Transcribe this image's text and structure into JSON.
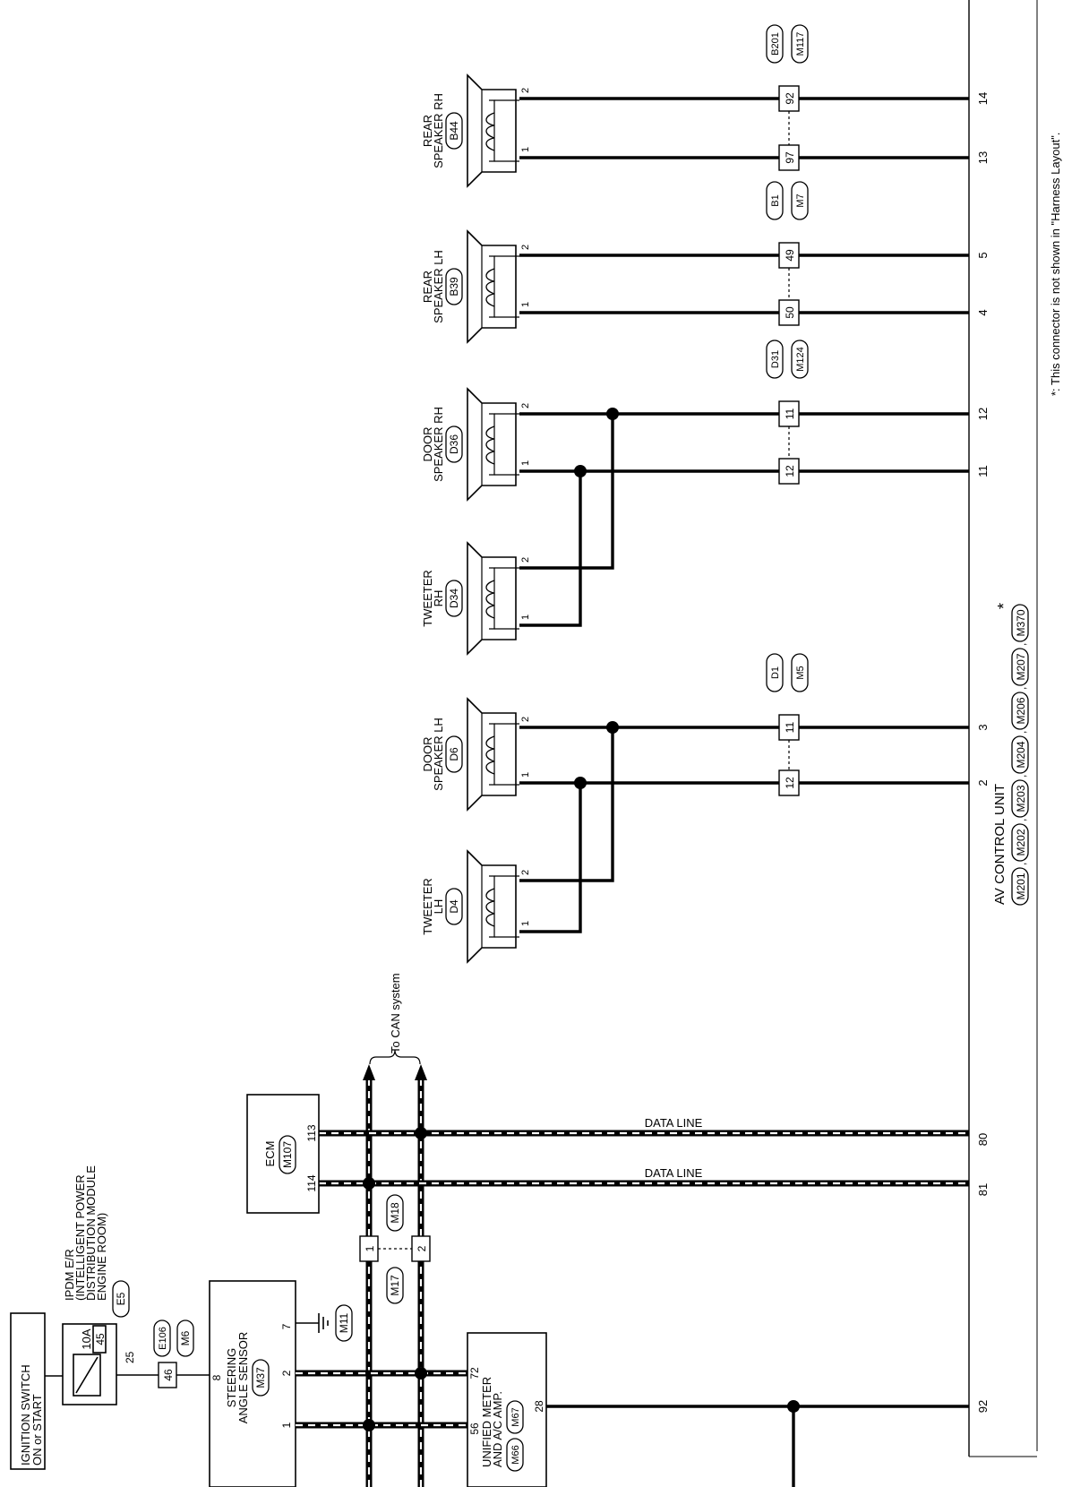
{
  "ignition_switch": {
    "line1": "IGNITION SWITCH",
    "line2": "ON or START"
  },
  "ipdm": {
    "line1": "IPDM E/R",
    "line2": "(INTELLIGENT POWER",
    "line3": "DISTRIBUTION MODULE",
    "line4": "ENGINE ROOM)",
    "connector": "E5",
    "fuse_rating": "10A",
    "fuse_number": "45",
    "pin": "25"
  },
  "junction_e106": {
    "pin": "46",
    "conn_a": "E106",
    "conn_b": "M6"
  },
  "steering_sensor": {
    "line1": "STEERING",
    "line2": "ANGLE SENSOR",
    "connector": "M37",
    "pin_power": "8",
    "pin_ground": "7",
    "pin_a": "2",
    "pin_b": "1",
    "ground_conn": "M11"
  },
  "unified_meter": {
    "line1": "UNIFIED METER",
    "line2": "AND A/C AMP.",
    "conn_a": "M66",
    "conn_b": "M67",
    "pin_a": "56",
    "pin_b": "72",
    "pin_c": "28"
  },
  "junction_m17": {
    "pin_a": "1",
    "pin_b": "2",
    "conn_a": "M17",
    "conn_b": "M18"
  },
  "ecm": {
    "label": "ECM",
    "connector": "M107",
    "pin_a": "114",
    "pin_b": "113"
  },
  "can": {
    "label": "To CAN system"
  },
  "data_line": {
    "label_a": "DATA LINE",
    "label_b": "DATA LINE"
  },
  "speakers": [
    {
      "l1": "TWEETER",
      "l2": "LH",
      "conn": "D4",
      "p1": "1",
      "p2": "2"
    },
    {
      "l1": "DOOR",
      "l2": "SPEAKER LH",
      "conn": "D6",
      "p1": "1",
      "p2": "2"
    },
    {
      "l1": "TWEETER",
      "l2": "RH",
      "conn": "D34",
      "p1": "1",
      "p2": "2"
    },
    {
      "l1": "DOOR",
      "l2": "SPEAKER RH",
      "conn": "D36",
      "p1": "1",
      "p2": "2"
    },
    {
      "l1": "REAR",
      "l2": "SPEAKER LH",
      "conn": "B39",
      "p1": "1",
      "p2": "2"
    },
    {
      "l1": "REAR",
      "l2": "SPEAKER RH",
      "conn": "B44",
      "p1": "1",
      "p2": "2"
    }
  ],
  "junctions": [
    {
      "pin_a": "12",
      "pin_b": "11",
      "conn_a": "D1",
      "conn_b": "M5"
    },
    {
      "pin_a": "12",
      "pin_b": "11",
      "conn_a": "D31",
      "conn_b": "M124"
    },
    {
      "pin_a": "50",
      "pin_b": "49",
      "conn_a": "B1",
      "conn_b": "M7"
    },
    {
      "pin_a": "97",
      "pin_b": "92",
      "conn_a": "B201",
      "conn_b": "M117"
    }
  ],
  "av_unit": {
    "label": "AV CONTROL UNIT",
    "connectors": [
      "M201",
      "M202",
      "M203",
      "M204",
      "M206",
      "M207",
      "M370"
    ],
    "asterisk": "*",
    "pins": [
      "92",
      "81",
      "80",
      "2",
      "3",
      "11",
      "12",
      "4",
      "5",
      "13",
      "14"
    ]
  },
  "footnote": "*: This connector is not shown in \"Harness Layout\"."
}
